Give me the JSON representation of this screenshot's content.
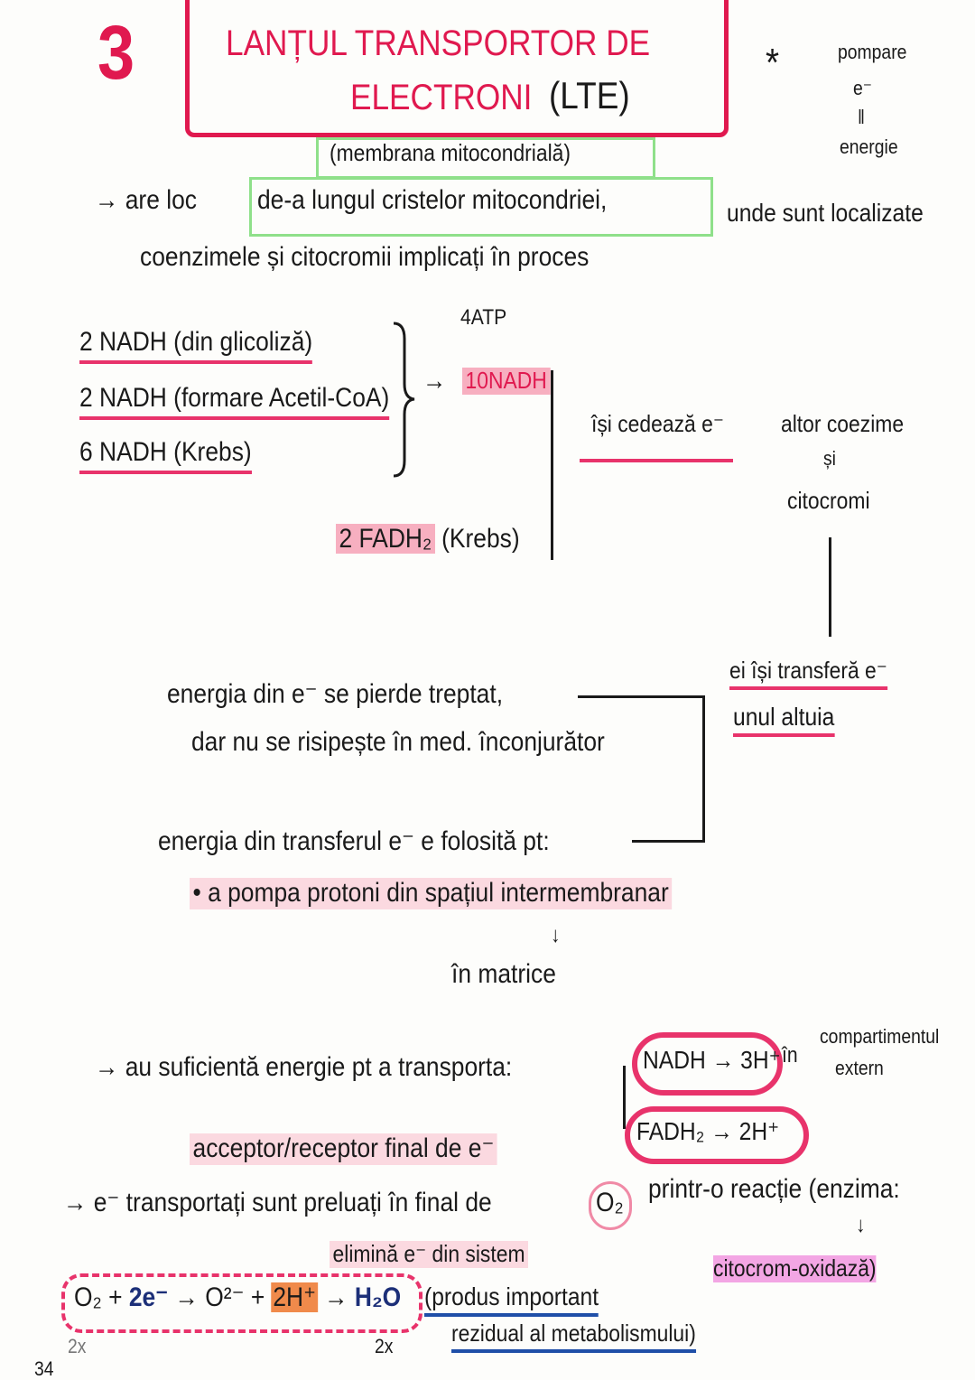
{
  "header": {
    "number": "3",
    "title_line1": "LANȚUL TRANSPORTOR DE",
    "title_line2": "ELECTRONI",
    "abbr": "(LTE)",
    "membrane_note": "(membrana mitocondrială)"
  },
  "side_note": {
    "star": "*",
    "line1": "pompare",
    "line2": "e⁻",
    "line3": "‖",
    "line4": "energie"
  },
  "intro": {
    "line1_a": "→ are loc",
    "line1_b": "de-a lungul cristelor mitocondriei,",
    "line1_c": "unde sunt localizate",
    "line2": "coenzimele și citocromii implicați în proces"
  },
  "sources": {
    "atp": "4ATP",
    "items": [
      "2 NADH (din glicoliză)",
      "2 NADH (formare Acetil-CoA)",
      "6 NADH (Krebs)"
    ],
    "total": "10NADH",
    "fadh": "2 FADH₂",
    "fadh_note": "(Krebs)",
    "cede": "își cedează e⁻",
    "target_line1": "altor coezime",
    "target_line2": "și",
    "target_line3": "citocromi"
  },
  "transfer": {
    "line1": "ei își transferă e⁻",
    "line2": "unul altuia"
  },
  "energy": {
    "line1": "energia din e⁻ se pierde treptat,",
    "line2": "dar nu se risipește în med. înconjurător",
    "line3": "energia din transferul e⁻ e folosită pt:",
    "bullet": "• a pompa protoni din spațiul intermembranar",
    "arrow": "↓",
    "matrix": "în matrice"
  },
  "protons": {
    "lead": "→ au suficientă energie pt a transporta:",
    "nadh": "NADH → 3H⁺",
    "in": "în",
    "compartment_line1": "compartimentul",
    "compartment_line2": "extern",
    "fadh": "FADH₂ → 2H⁺"
  },
  "oxygen": {
    "acceptor": "acceptor/receptor final de e⁻",
    "line": "→ e⁻ transportați sunt preluați în final de",
    "o2": "O₂",
    "reaction": "printr-o reacție (enzima:",
    "arrow": "↓",
    "enzyme": "citocrom-oxidază)",
    "eliminates": "elimină e⁻ din sistem"
  },
  "equation": {
    "o2": "O₂ + ",
    "e": "2e⁻",
    "arrow1": " → O²⁻ + ",
    "h": "2H⁺",
    "arrow2": " → ",
    "water": "H₂O",
    "note_line1": "(produs important",
    "note_line2": "rezidual al metabolismului)",
    "mult1": "2x",
    "mult2": "2x"
  },
  "page_number": "34",
  "colors": {
    "accent_red": "#e0194f",
    "highlight_green": "#8fe08a",
    "underline_blue": "#1f4fa8",
    "highlight_orange": "#f08a4b"
  }
}
